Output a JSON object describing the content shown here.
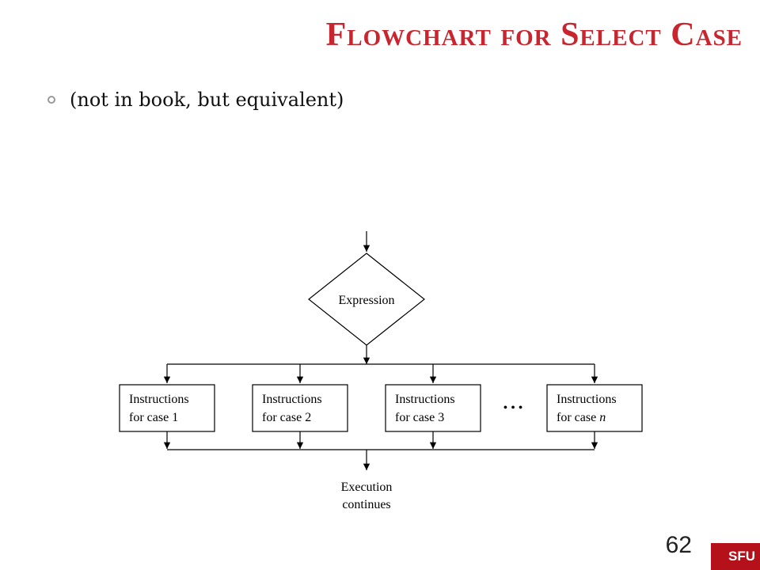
{
  "slide": {
    "title": "Flowchart for Select Case",
    "bullet": "(not in book, but equivalent)",
    "page_number": "62",
    "logo_text": "SFU",
    "accent_color": "#c9252f",
    "logo_color": "#b5111b"
  },
  "diagram": {
    "decision": "Expression",
    "cases": [
      {
        "line1": "Instructions",
        "line2_prefix": "for case ",
        "line2_value": "1"
      },
      {
        "line1": "Instructions",
        "line2_prefix": "for case ",
        "line2_value": "2"
      },
      {
        "line1": "Instructions",
        "line2_prefix": "for case ",
        "line2_value": "3"
      },
      {
        "line1": "Instructions",
        "line2_prefix": "for case ",
        "line2_value": "n"
      }
    ],
    "ellipsis": "• • •",
    "end_line1": "Execution",
    "end_line2": "continues"
  }
}
